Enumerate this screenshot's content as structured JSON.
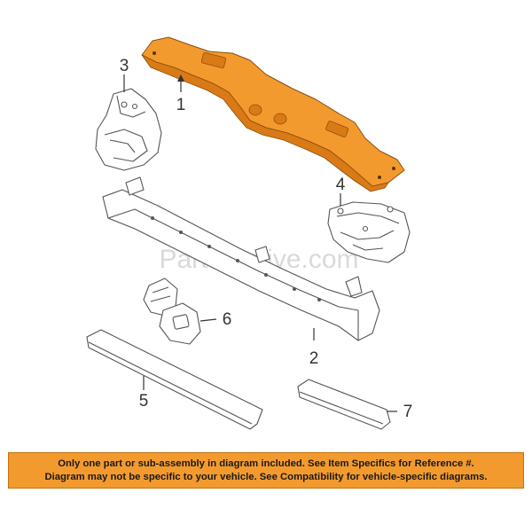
{
  "watermark": "Partomotive.com",
  "callouts": [
    {
      "id": "1",
      "label": "1"
    },
    {
      "id": "2",
      "label": "2"
    },
    {
      "id": "3",
      "label": "3"
    },
    {
      "id": "4",
      "label": "4"
    },
    {
      "id": "5",
      "label": "5"
    },
    {
      "id": "6",
      "label": "6"
    },
    {
      "id": "7",
      "label": "7"
    }
  ],
  "highlight_color": "#f39a2e",
  "notice": {
    "line1": "Only one part or sub-assembly in diagram included. See Item Specifics for Reference #.",
    "line2": "Diagram may not be specific to your vehicle. See Compatibility for vehicle-specific diagrams."
  }
}
